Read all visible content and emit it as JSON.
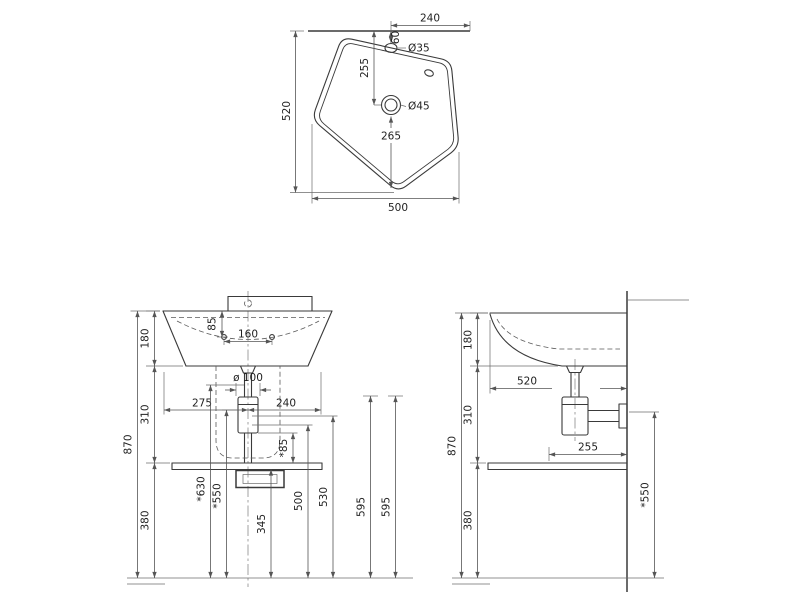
{
  "drawing": {
    "subject": "Wall-hung washbasin — dimensioned technical drawing (top, front and side views)",
    "units": "mm",
    "views": [
      "top view",
      "front view",
      "side view"
    ],
    "style": {
      "line_color": "#3a3a3a",
      "dim_color": "#555555",
      "background": "#ffffff"
    }
  },
  "top_view": {
    "dims": {
      "w240": "240",
      "tap_offset_60": "60",
      "tap_hole_dia": "Ø35",
      "drain_offset_255": "255",
      "drain_dia": "Ø45",
      "drain_to_front_265": "265",
      "depth_520": "520",
      "width_500": "500"
    }
  },
  "front_view": {
    "dims": {
      "basin_h_180": "180",
      "hole_drop_85": "85",
      "hole_span_160": "160",
      "trap_dia_100": "ø 100",
      "left_275": "275",
      "right_240": "240",
      "h_310": "310",
      "h_870": "870",
      "gap_85": "*85",
      "h_630": "*630",
      "h_550": "*550",
      "h_380": "380",
      "h_345": "345",
      "h_500": "500",
      "h_530": "530",
      "h_595a": "595",
      "h_595b": "595"
    }
  },
  "side_view": {
    "dims": {
      "basin_h_180": "180",
      "depth_520": "520",
      "h_310": "310",
      "h_870": "870",
      "shelf_255": "255",
      "h_380": "380",
      "h_550": "*550"
    }
  }
}
